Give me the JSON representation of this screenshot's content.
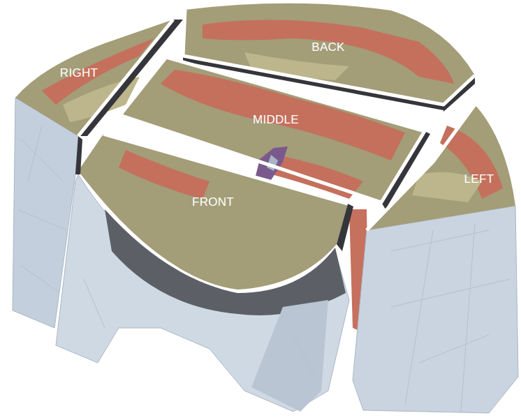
{
  "diagram": {
    "labels": [
      "RIGHT",
      "BACK",
      "MIDDLE",
      "FRONT",
      "LEFT"
    ]
  }
}
